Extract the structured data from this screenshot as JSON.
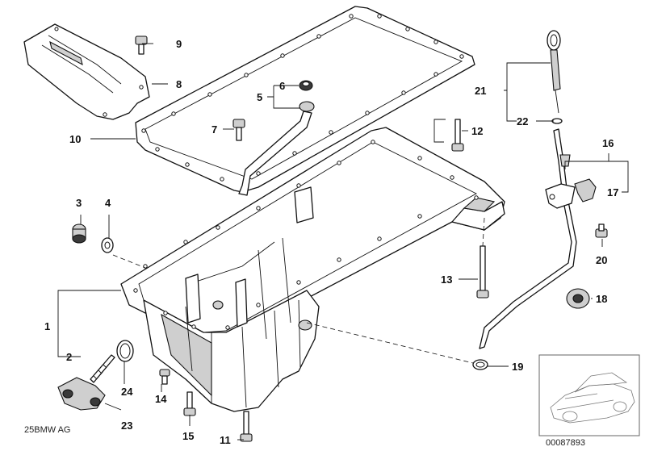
{
  "callouts": {
    "c1": "1",
    "c2": "2",
    "c3": "3",
    "c4": "4",
    "c5": "5",
    "c6": "6",
    "c7": "7",
    "c8": "8",
    "c9": "9",
    "c10": "10",
    "c11": "11",
    "c12": "12",
    "c13": "13",
    "c14": "14",
    "c15": "15",
    "c16": "16",
    "c17": "17",
    "c18": "18",
    "c19": "19",
    "c20": "20",
    "c21": "21",
    "c22": "22",
    "c23": "23",
    "c24": "24"
  },
  "copyright": "25BMW AG",
  "diagram_number": "00087893",
  "colors": {
    "line": "#111111",
    "thumbnail_car": "#777777"
  }
}
